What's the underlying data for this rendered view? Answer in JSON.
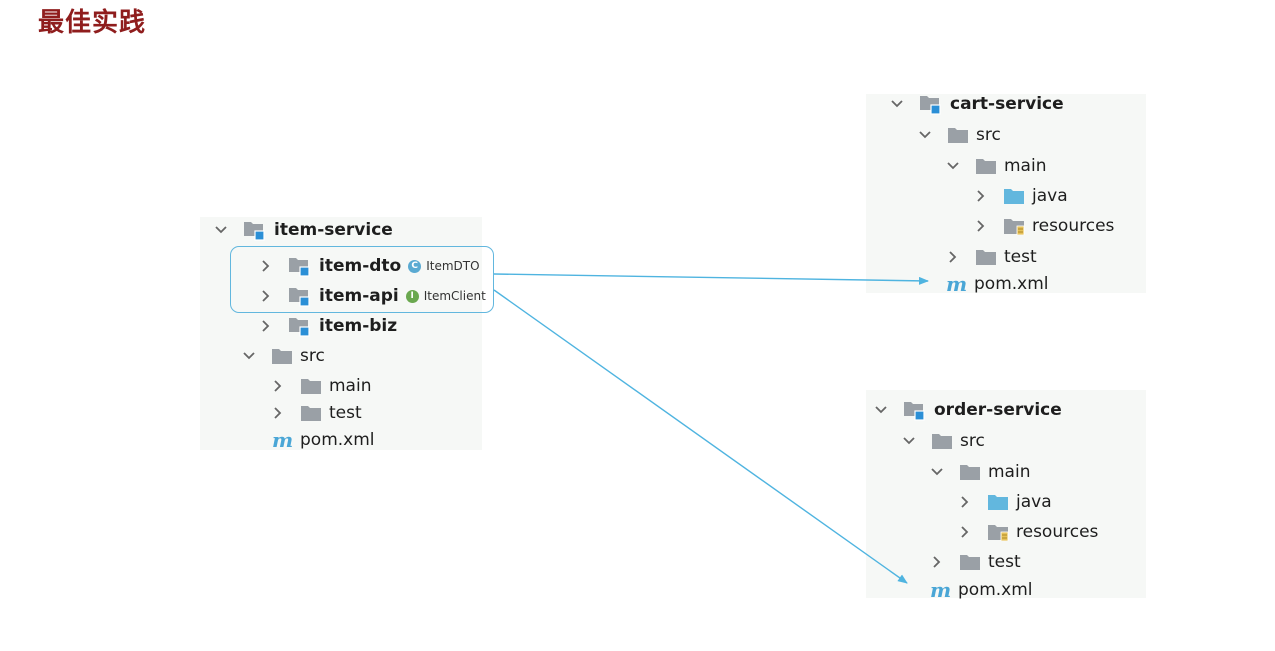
{
  "title": "最佳实践",
  "item_tree": {
    "root": "item-service",
    "modules": [
      {
        "name": "item-dto",
        "badge": "C",
        "class_name": "ItemDTO"
      },
      {
        "name": "item-api",
        "badge": "I",
        "class_name": "ItemClient"
      },
      {
        "name": "item-biz"
      }
    ],
    "src": "src",
    "main": "main",
    "test": "test",
    "pom": "pom.xml",
    "pom_icon": "m"
  },
  "cart_tree": {
    "root": "cart-service",
    "src": "src",
    "main": "main",
    "java": "java",
    "resources": "resources",
    "test": "test",
    "pom": "pom.xml",
    "pom_icon": "m"
  },
  "order_tree": {
    "root": "order-service",
    "src": "src",
    "main": "main",
    "java": "java",
    "resources": "resources",
    "test": "test",
    "pom": "pom.xml",
    "pom_icon": "m"
  },
  "colors": {
    "title": "#8f1d1d",
    "arrow": "#4fb4e0",
    "folder_gray": "#9aa0a6",
    "folder_blue": "#62b7de",
    "module_square": "#2b8fd6"
  }
}
